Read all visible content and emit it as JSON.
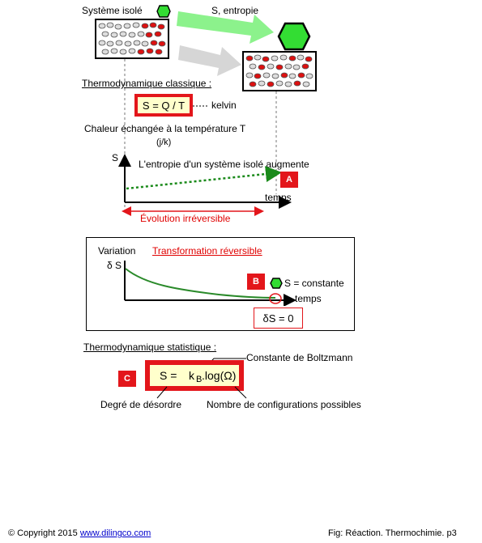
{
  "header": {
    "isolated_system_label": "Système isolé",
    "entropy_label": "S, entropie"
  },
  "classical": {
    "title": "Thermodynamique classique :",
    "formula": "S = Q / T",
    "unit_label": "kelvin",
    "caption": "Chaleur échangée à la température T",
    "caption_unit": "(j/k)"
  },
  "entropy_chart": {
    "y_label": "S",
    "annotation": "L'entropie d'un système isolé augmente",
    "x_label": "temps",
    "badge": "A",
    "arrow_label": "Évolution irréversible"
  },
  "reversible_box": {
    "variation_label": "Variation",
    "delta_label": "δ S",
    "title": "Transformation réversible",
    "badge": "B",
    "constant_label": "S = constante",
    "x_label": "temps",
    "delta_zero": "δS = 0"
  },
  "statistical": {
    "title": "Thermodynamique statistique :",
    "boltzmann_label": "Constante de Boltzmann",
    "badge": "C",
    "formula_s": "S =",
    "formula_k": "k",
    "formula_sub": "B",
    "formula_rest": ".log(Ω)",
    "disorder_label": "Degré de désordre",
    "configurations_label": "Nombre de configurations possibles"
  },
  "footer": {
    "copyright": "Copyright 2015",
    "link": "www.dilingco.com",
    "figure_ref": "Fig:  Réaction. Thermochimie. p3"
  },
  "colors": {
    "red_accent": "#e3161b",
    "green_hex": "#33dd33",
    "formula_fill": "#ffffcc",
    "curve_green": "#2a8a2a"
  }
}
